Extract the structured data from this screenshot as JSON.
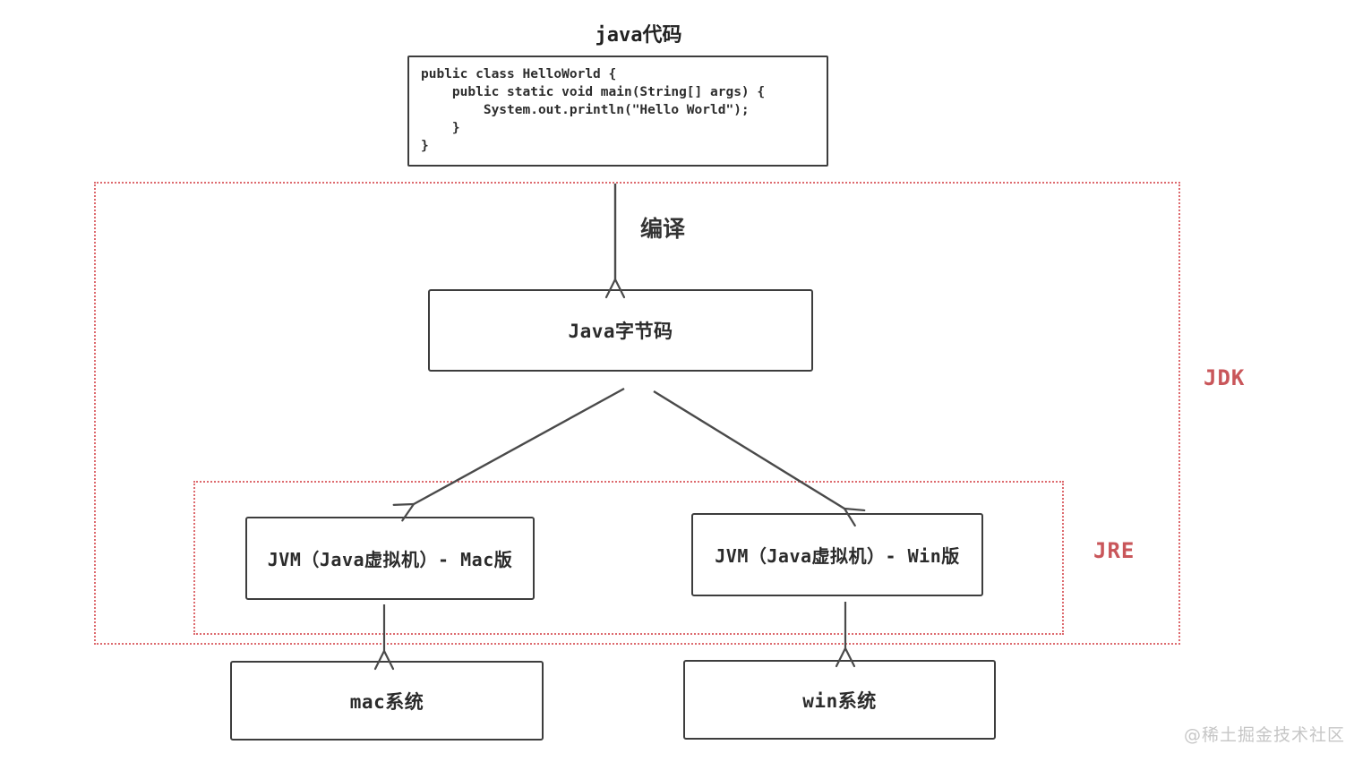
{
  "diagram": {
    "title": "java代码",
    "code_box": {
      "lines": [
        "public class HelloWorld {",
        "    public static void main(String[] args) {",
        "        System.out.println(\"Hello World\");",
        "    }",
        "}"
      ]
    },
    "compile_label": "编译",
    "bytecode_label": "Java字节码",
    "jvm_mac_label": "JVM（Java虚拟机）- Mac版",
    "jvm_win_label": "JVM（Java虚拟机）- Win版",
    "mac_os_label": "mac系统",
    "win_os_label": "win系统",
    "jdk_zone_label": "JDK",
    "jre_zone_label": "JRE",
    "watermark": "@稀土掘金技术社区",
    "colors": {
      "zone_dotted_red": "#dd6a6e",
      "zone_label_red": "#c9565a",
      "box_border_dark": "#3d3d3d",
      "arrow_gray": "#4a4a4a",
      "watermark_gray": "#c6c6c6"
    }
  }
}
